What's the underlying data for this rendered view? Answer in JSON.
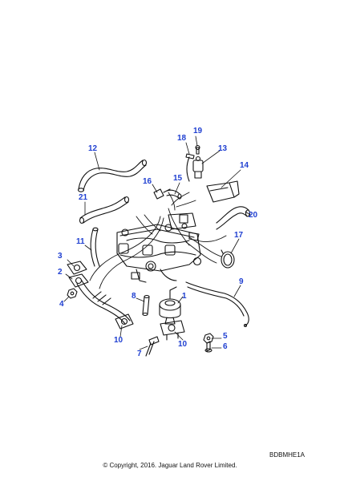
{
  "callouts": {
    "c1": "1",
    "c2": "2",
    "c3": "3",
    "c4": "4",
    "c5": "5",
    "c6": "6",
    "c7": "7",
    "c8": "8",
    "c9": "9",
    "c10a": "10",
    "c10b": "10",
    "c11": "11",
    "c12": "12",
    "c13": "13",
    "c14": "14",
    "c15": "15",
    "c16": "16",
    "c17": "17",
    "c18": "18",
    "c19": "19",
    "c20": "20",
    "c21": "21"
  },
  "footer": {
    "ref_code": "BDBMHE1A",
    "copyright": "© Copyright, 2016. Jaguar Land Rover Limited."
  },
  "colors": {
    "callout": "#1f3fd1",
    "line": "#111111",
    "background": "#ffffff"
  }
}
